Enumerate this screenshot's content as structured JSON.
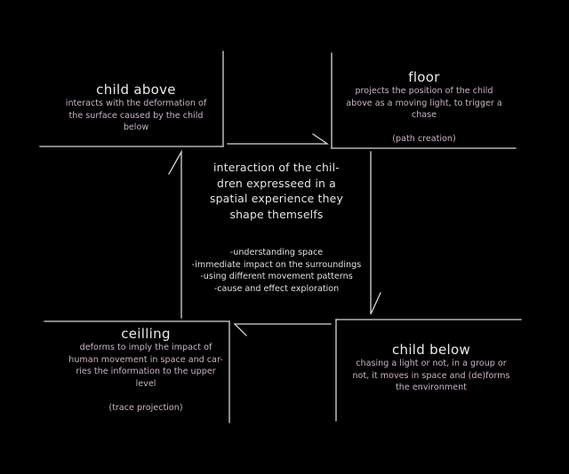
{
  "colors": {
    "background": "#000000",
    "line": "#d8d8d8",
    "heading": "#ebebeb",
    "body_text": "#c9b3c6"
  },
  "quadrants": {
    "child_above": {
      "title": "child above",
      "lines": [
        "interacts with the deformation of",
        "the surface caused by the child",
        "below"
      ]
    },
    "floor": {
      "title": "floor",
      "lines": [
        "projects the position of the child",
        "above as a moving light, to trigger a",
        "chase"
      ],
      "note": "(path creation)"
    },
    "ceiling": {
      "title": "ceilling",
      "lines": [
        "deforms to imply the impact of",
        "human movement in space and car-",
        "ries the information to the upper",
        "level"
      ],
      "note": "(trace projection)"
    },
    "child_below": {
      "title": "child below",
      "lines": [
        "chasing a light or not, in a group or",
        "not, it moves in space and (de)forms",
        "the environment"
      ]
    }
  },
  "center": {
    "title_lines": [
      "interaction of the chil-",
      "dren expresseed in a",
      "spatial experience they",
      "shape themselfs"
    ],
    "points": [
      "-understanding space",
      "-immediate impact on the surroundings",
      "-using different movement patterns",
      "-cause and effect exploration"
    ]
  }
}
